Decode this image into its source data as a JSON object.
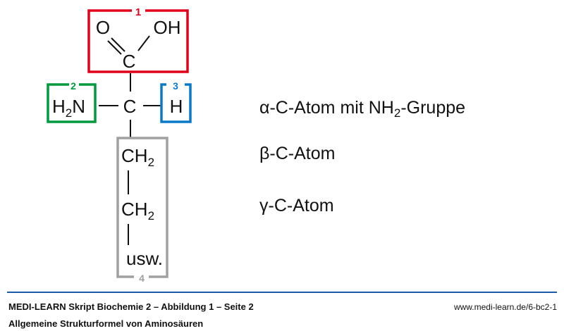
{
  "diagram": {
    "carboxyl": {
      "number": "1",
      "o": "O",
      "oh": "OH",
      "c": "C"
    },
    "amino": {
      "number": "2",
      "h": "H",
      "sub": "2",
      "n": "N"
    },
    "hydrogen": {
      "number": "3",
      "h": "H"
    },
    "side_chain": {
      "number": "4",
      "ch": "CH",
      "sub": "2",
      "etc": "usw."
    },
    "alpha_c": "C",
    "labels": {
      "alpha_prefix": "α-C-Atom mit NH",
      "alpha_sub": "2",
      "alpha_suffix": "-Gruppe",
      "beta": "β-C-Atom",
      "gamma": "γ-C-Atom"
    },
    "colors": {
      "carboxyl": "#e3001b",
      "amino": "#009a3e",
      "hydrogen": "#0a7ac8",
      "side_chain": "#a0a0a0",
      "rule": "#1a5aa8"
    }
  },
  "footer": {
    "title": "MEDI-LEARN Skript Biochemie 2 – Abbildung 1 – Seite 2",
    "subtitle": "Allgemeine Strukturformel von Aminosäuren",
    "url": "www.medi-learn.de/6-bc2-1"
  }
}
